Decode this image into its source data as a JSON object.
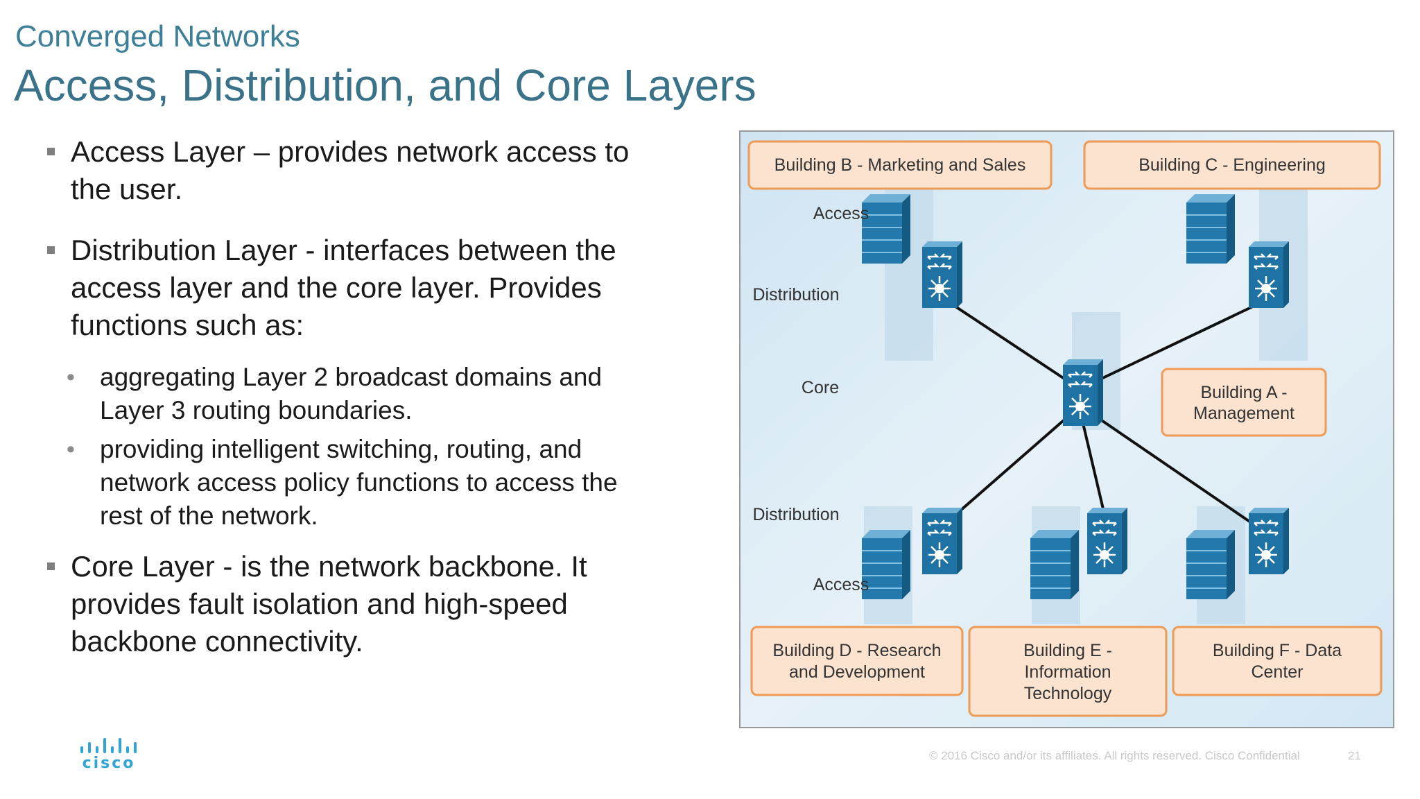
{
  "header": {
    "supertitle": "Converged Networks",
    "title": "Access, Distribution, and Core Layers"
  },
  "bullets": {
    "access": "Access Layer – provides network access to the user.",
    "distribution": "Distribution Layer - interfaces between the access layer and the core layer. Provides functions such as:",
    "sub1": "aggregating Layer 2 broadcast domains and Layer 3 routing boundaries.",
    "sub2": "providing intelligent switching, routing, and network access policy functions to access the rest of the network.",
    "core": "Core Layer  - is the network backbone. It provides fault isolation and high-speed backbone connectivity."
  },
  "diagram": {
    "buildings": {
      "b": "Building B - Marketing and Sales",
      "c": "Building C - Engineering",
      "a_line1": "Building A -",
      "a_line2": "Management",
      "d_line1": "Building D - Research",
      "d_line2": "and Development",
      "e_line1": "Building E -",
      "e_line2": "Information",
      "e_line3": "Technology",
      "f_line1": "Building F - Data",
      "f_line2": "Center"
    },
    "layers": {
      "access_top": "Access",
      "distribution_top": "Distribution",
      "core": "Core",
      "distribution_bottom": "Distribution",
      "access_bottom": "Access"
    },
    "colors": {
      "box_fill": "#fbe3cf",
      "box_border": "#ef9a55",
      "switch_blue": "#1d6f9e",
      "background": "#dcebf4"
    }
  },
  "footer": {
    "logo": "cisco",
    "copyright": "© 2016  Cisco and/or its affiliates. All rights reserved.   Cisco Confidential",
    "slide_number": "21"
  }
}
